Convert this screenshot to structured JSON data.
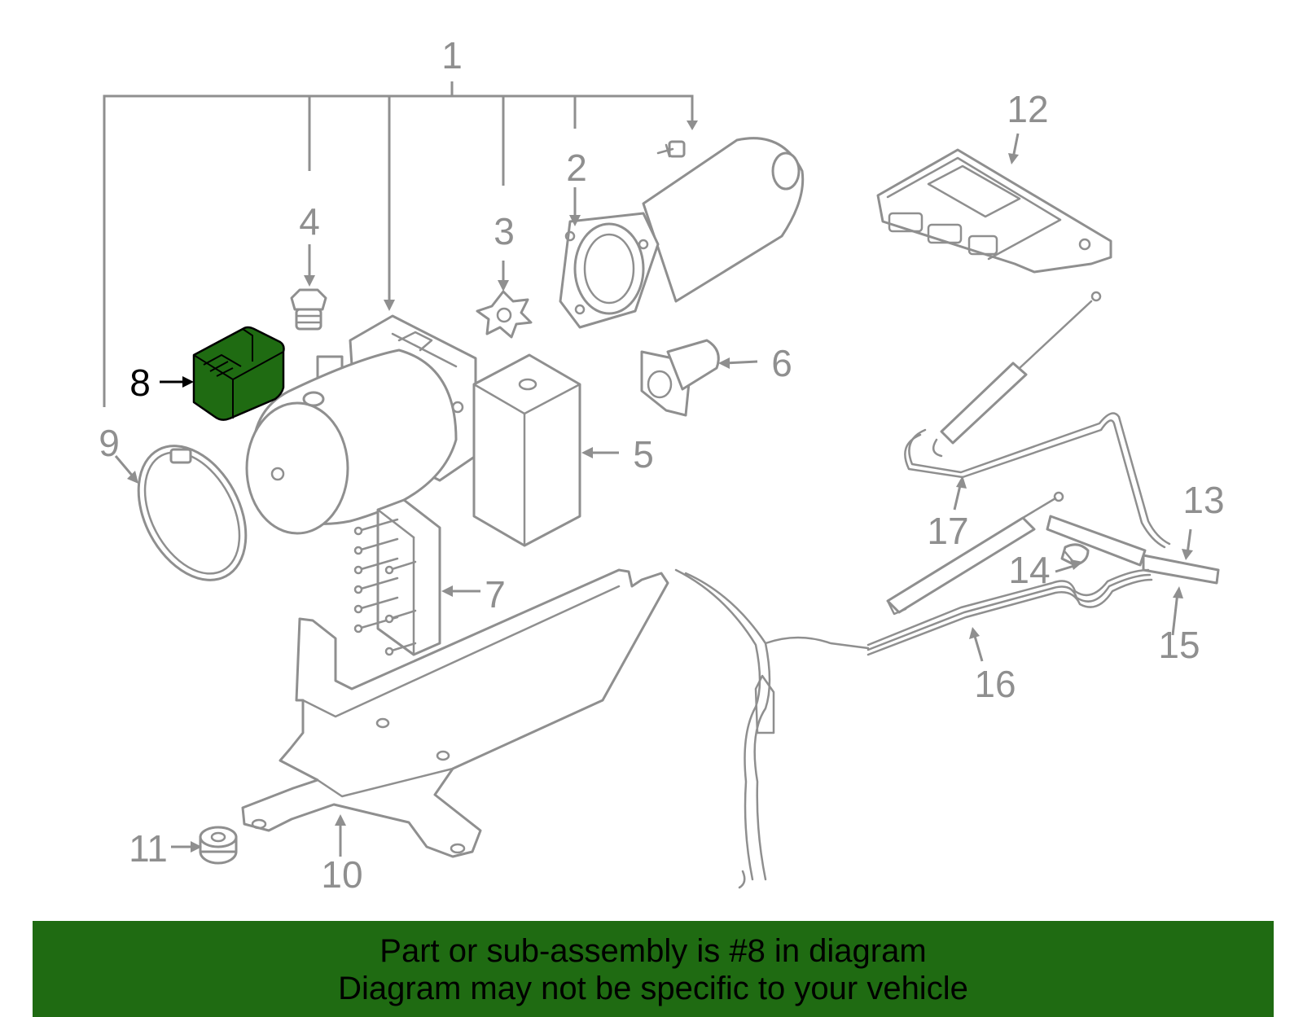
{
  "colors": {
    "highlight": "#1f6b12",
    "banner": "#1f6b12",
    "line_art": "#8f8f8f"
  },
  "labels": {
    "l1": "1",
    "l2": "2",
    "l3": "3",
    "l4": "4",
    "l5": "5",
    "l6": "6",
    "l7": "7",
    "l8": "8",
    "l9": "9",
    "l10": "10",
    "l11": "11",
    "l12": "12",
    "l13": "13",
    "l14": "14",
    "l15": "15",
    "l16": "16",
    "l17": "17"
  },
  "highlighted_part": "8",
  "banner": {
    "line1": "Part or sub-assembly is #8 in diagram",
    "line2": "Diagram may not be specific to your vehicle"
  }
}
